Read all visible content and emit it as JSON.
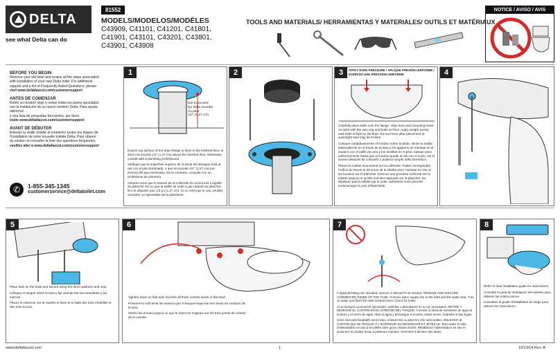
{
  "header": {
    "brand": "DELTA",
    "tagline": "see what Delta can do",
    "doc_number": "81552",
    "models_title": "MODELS/MODELOS/MODÈLES",
    "models": [
      "C43909, C41101, C41201, C41801,",
      "C41901, C43101, C43201, C43801,",
      "C43901, C43908"
    ],
    "tools_title": "TOOLS AND MATERIALS/ HERRAMIENTAS Y MATERIALES/ OUTILS ET MATÉRIAUX",
    "notice": "NOTICE / AVISO / AVIS"
  },
  "intro": {
    "sections": [
      {
        "heading": "BEFORE YOU BEGIN",
        "lines": [
          "Remove your old toilet and review all the steps associated",
          "with installation of your new Delta toilet. For additional",
          "support and a list of Frequently Asked Questions, please",
          "visit www.deltafaucet.com/customersupport"
        ]
      },
      {
        "heading": "ANTES DE COMENZAR",
        "lines": [
          "Retire su inodoro viejo y revise todos los pasos asociados",
          "con la instalación de su nuevo inodoro Delta. Para ayuda",
          "adicional",
          "y una lista de preguntas frecuentes, por favor",
          "visite www.deltafaucet.com/customersupport"
        ]
      },
      {
        "heading": "AVANT DE DÉBUTER",
        "lines": [
          "Enlevez la vieille toilette et examinez toutes les étapes de",
          "l'installation de votre nouvelle toilette Delta. Pour obtenir",
          "du soutien et consulter la liste des questions fréquentes,",
          "veuillez aller à www.deltafaucet.com/customersupport"
        ]
      }
    ],
    "phone": "1-855-345-1345",
    "email": "customerservice@deltatoilet.com"
  },
  "steps": [
    {
      "num": "1",
      "callout": [
        "Not to exceed",
        "No debe exceder",
        "Au plus",
        "1/2\" (1.27 cm)"
      ],
      "text": [
        "Ensure top surface of the drain flange is flush to the finished floor, or does not exceed 1/2\" (1.27 cm) above the finished floor. Otherwise, consult with a plumbing professional.",
        "Verifique que la superficie superior de la brida del desagüe está al ras con el piso terminado, o que no excede 1/2\" (1.27 cm) por encima del piso terminado. De lo contrario, consulte con un profesional de plomería.",
        "Assurez-vous que le dessus de la collerette du renvoi soit à égalité du plancher fini ou que la saillie de celle-ci par rapport au plancher fini ne dépasse pas 1/2 po (1,27 cm). Si ce n'est pas le cas, veuillez consulter un spécialiste de la plomberie."
      ]
    },
    {
      "num": "2"
    },
    {
      "num": "3",
      "banner": "APPLY EVEN PRESSURE / APLIQUE PRESIÓN UNIFORME / EXERCEZ UNE PRESSION UNIFORME",
      "text": [
        "Carefully place toilet over the flange. Align horn and mounting holes on toilet with the wax ring and bolts on floor. Apply weight evenly until toilet is flush to the floor. Do not move after placement or watertight seal may be broken.",
        "Coloque cuidadosamente el inodoro sobre la brida. Alinee la salida sobresaliente en el fondo de la taza y los agujeros de montaje en el inodoro con el anillo de cera y los tornillos en el piso. Aplique peso uniformemente hasta que el inodoro quede al ras con el suelo. No lo mueva después de colocarlo o pudiera romper sello hermético.",
        "Placez la toilette doucement sur la collerette. Faites correspondre l'orifice du renvoi et les trous de la toilette avec l'anneau en cire et les boulons sur le plancher. Exercez une pression uniforme sur la toilette jusqu'à ce qu'elle soit bien appuyée sur le plancher. Ne déplacez pas la toilette par la suite, autrement vous pourriez endommager le joint d'étanchéité."
      ]
    },
    {
      "num": "4"
    },
    {
      "num": "5",
      "text": [
        "Place tank on the bowl and secure using the three washers and nuts.",
        "Coloque el tanque sobre la taza y fije usando las tres arandelas y las tuercas.",
        "Placez le réservoir sur la cuvette et fixez-le à l'aide des trois rondelles et des trois écrous."
      ]
    },
    {
      "num": "6",
      "text": [
        "Tighten down so that tank touches all three contact areas of the bowl.",
        "Presione lo suficiente de manera que el tanque toque las tres áreas de contacto de la taza.",
        "Serrez les écrous jusqu'à ce que le réservoir s'appuie sur les trois points de contact de la cuvette."
      ]
    },
    {
      "num": "7",
      "text": [
        "If optional fittings are included, remove or discard if not needed. REMOVE AND DISCARD CARDBOARD INSIDE OF THE TANK. Connect water supply line to the toilet and the water stop. Turn on water and flush the toilet several times. Check for leaks.",
        "Si se incluyen accesorios opcionales, quítelos o descártelos si no son necesarios. RETIRE Y DESECHE EL CARTÓN EN EL INTERIOR DEL TANQUE. Conecte la línea de suministro de agua al inodoro y al cierre de agua. Abra el agua y descargue el inodoro varias veces. Examine si hay fugas.",
        "Si les raccords facultatifs sont inclus, enlevez-les ou jetez-les s'ils sont inutiles. ENLEVEZ LE CARTON QUI SE TROUVE À L'INTÉRIEUR DU RÉSERVOIR ET JETEZ-LE. Raccordez le tube d'alimentation en eau à la toilette ainsi qu'au robinet d'arrêt. Rétablissez l'alimentation en eau et actionnez la chasse d'eau à plusieurs reprises. Cherchez à déceler des fuites."
      ]
    },
    {
      "num": "8",
      "text": [
        "Refer to seat installation guide for instructions.",
        "Consulte la guía de instalación del asiento para obtener las instrucciones.",
        "Consultez le guide d'installation du siège pour obtenir les instructions."
      ]
    }
  ],
  "footer": {
    "website": "www.deltafaucet.com",
    "page": "1",
    "date_rev": "10/13/14   Rev. A"
  },
  "colors": {
    "accent_blue": "#4db8e6",
    "warning_red": "#d42a2a",
    "dark": "#222222"
  }
}
